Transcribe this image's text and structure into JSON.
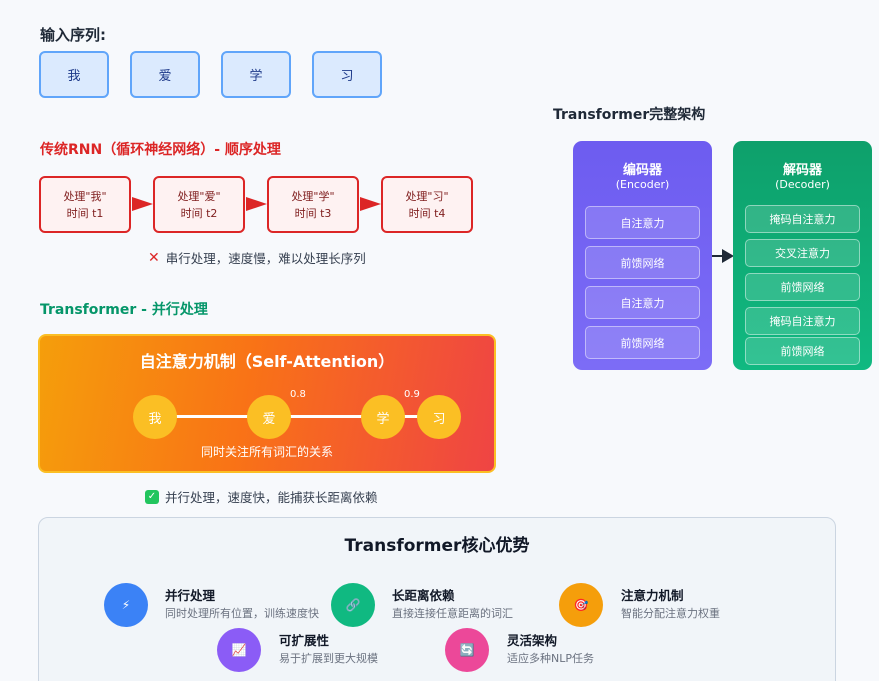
{
  "input": {
    "title": "输入序列:",
    "tokens": [
      "我",
      "爱",
      "学",
      "习"
    ]
  },
  "rnn": {
    "title": "传统RNN（循环神经网络）- 顺序处理",
    "steps": [
      {
        "line1": "处理\"我\"",
        "line2": "时间 t1"
      },
      {
        "line1": "处理\"爱\"",
        "line2": "时间 t2"
      },
      {
        "line1": "处理\"学\"",
        "line2": "时间 t3"
      },
      {
        "line1": "处理\"习\"",
        "line2": "时间 t4"
      }
    ],
    "note": "串行处理，速度慢，难以处理长序列"
  },
  "transformer": {
    "title": "Transformer - 并行处理",
    "attention_title": "自注意力机制（Self-Attention）",
    "tokens": [
      "我",
      "爱",
      "学",
      "习"
    ],
    "weights": [
      "0.8",
      "0.9"
    ],
    "subtitle": "同时关注所有词汇的关系",
    "note": "并行处理，速度快，能捕获长距离依赖"
  },
  "architecture": {
    "title": "Transformer完整架构",
    "encoder": {
      "name": "编码器",
      "en": "(Encoder)",
      "layers": [
        "自注意力",
        "前馈网络",
        "自注意力",
        "前馈网络"
      ]
    },
    "decoder": {
      "name": "解码器",
      "en": "(Decoder)",
      "layers": [
        "掩码自注意力",
        "交叉注意力",
        "前馈网络",
        "掩码自注意力",
        "前馈网络"
      ]
    }
  },
  "advantages": {
    "title": "Transformer核心优势",
    "items": [
      {
        "name": "并行处理",
        "desc": "同时处理所有位置，训练速度快",
        "icon": "lightning-icon",
        "glyph": "⚡",
        "color": "#3b82f6"
      },
      {
        "name": "长距离依赖",
        "desc": "直接连接任意距离的词汇",
        "icon": "link-icon",
        "glyph": "🔗",
        "color": "#10b981"
      },
      {
        "name": "注意力机制",
        "desc": "智能分配注意力权重",
        "icon": "target-icon",
        "glyph": "🎯",
        "color": "#f59e0b"
      },
      {
        "name": "可扩展性",
        "desc": "易于扩展到更大规模",
        "icon": "chart-icon",
        "glyph": "📈",
        "color": "#8b5cf6"
      },
      {
        "name": "灵活架构",
        "desc": "适应多种NLP任务",
        "icon": "refresh-icon",
        "glyph": "🔄",
        "color": "#ec4899"
      }
    ]
  },
  "colors": {
    "rnn": "#dc2626",
    "transformer": "#059669",
    "encoder": "#6d5cf0",
    "decoder": "#10b981"
  }
}
